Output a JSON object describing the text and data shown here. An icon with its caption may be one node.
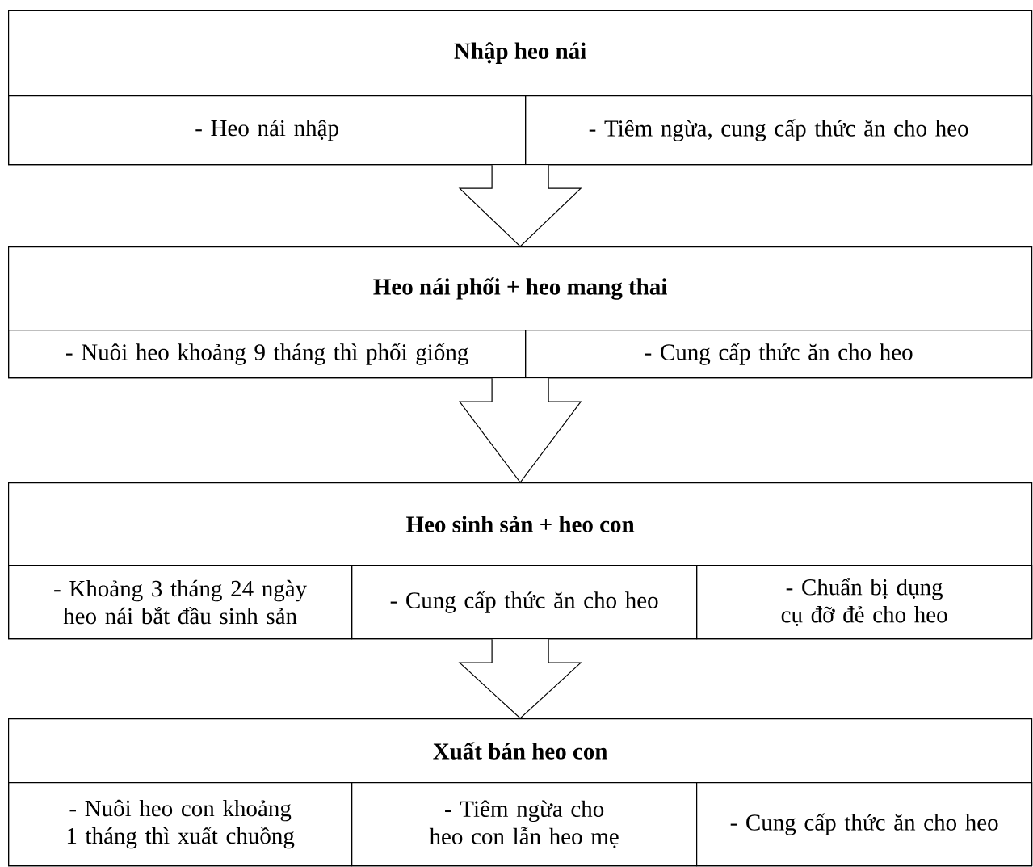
{
  "diagram": {
    "nodes": [
      {
        "text": [
          "Nhập heo nái"
        ]
      },
      {
        "text": [
          "- Heo nái nhập"
        ],
        "in": 0
      },
      {
        "text": [
          "- Tiêm ngừa, cung cấp thức ăn cho heo"
        ],
        "in": 0
      },
      {
        "text": [
          "Heo nái phối + heo mang thai"
        ]
      },
      {
        "text": [
          "- Nuôi heo khoảng 9 tháng thì phối giống"
        ],
        "in": 3
      },
      {
        "text": [
          "- Cung cấp thức ăn cho heo"
        ],
        "in": 3
      },
      {
        "text": [
          "Heo sinh sản + heo con"
        ]
      },
      {
        "text": [
          "- Khoảng 3 tháng 24 ngày heo nái bắt đầu sinh sản"
        ],
        "in": 6
      },
      {
        "text": [
          "- Cung cấp thức ăn cho heo"
        ],
        "in": 6
      },
      {
        "text": [
          "- Chuẩn bị dụng cụ đỡ đẻ cho heo"
        ],
        "in": 6
      },
      {
        "text": [
          "Xuất bán heo con"
        ]
      },
      {
        "text": [
          "- Nuôi heo con khoảng 1 tháng thì xuất chuồng"
        ],
        "in": 10
      },
      {
        "text": [
          "- Tiêm ngừa cho heo con lẫn heo mẹ"
        ],
        "in": 10
      },
      {
        "text": [
          "- Cung cấp thức ăn cho heo"
        ],
        "in": 10
      }
    ],
    "edges": [
      {
        "from": 0,
        "to": 3,
        "arrow": "to"
      },
      {
        "from": 3,
        "to": 6,
        "arrow": "to"
      },
      {
        "from": 6,
        "to": 10,
        "arrow": "to"
      }
    ]
  }
}
